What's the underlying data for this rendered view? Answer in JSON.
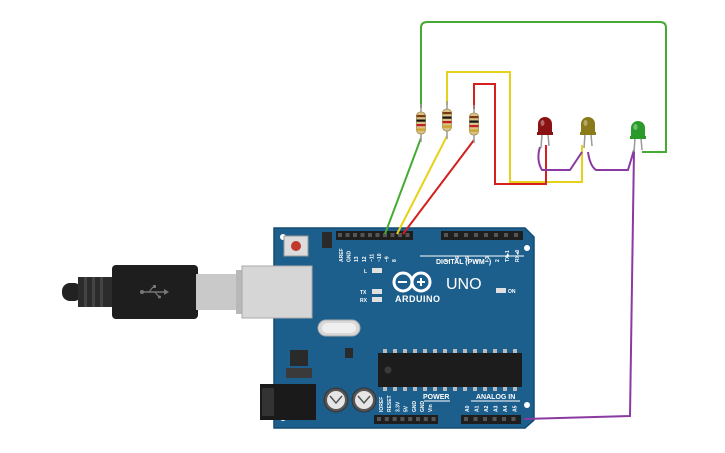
{
  "board": {
    "brand": "ARDUINO",
    "model": "UNO",
    "digital_header_label": "DIGITAL (PWM~)",
    "power_label": "POWER",
    "analog_label": "ANALOG IN",
    "on_label": "ON",
    "l_label": "L",
    "tx_label": "TX",
    "rx_label": "RX",
    "top_left_pins": [
      "AREF",
      "GND",
      "13",
      "12",
      "~11",
      "~10",
      "~9",
      "8"
    ],
    "top_right_pins": [
      "7",
      "~6",
      "~5",
      "4",
      "~3",
      "2",
      "TX▸1",
      "RX◂0"
    ],
    "power_pins": [
      "IOREF",
      "RESET",
      "3.3V",
      "5V",
      "GND",
      "GND",
      "Vin"
    ],
    "analog_pins": [
      "A0",
      "A1",
      "A2",
      "A3",
      "A4",
      "A5"
    ],
    "color": "#1d5f8c"
  },
  "leds": [
    {
      "color_name": "red",
      "color": "#8b1212"
    },
    {
      "color_name": "yellow",
      "color": "#8a7a1a"
    },
    {
      "color_name": "green",
      "color": "#2a9a2a"
    }
  ],
  "wires": {
    "green": "#44aa33",
    "yellow": "#e6d21a",
    "red": "#d42020",
    "purple": "#8a3aa0"
  }
}
